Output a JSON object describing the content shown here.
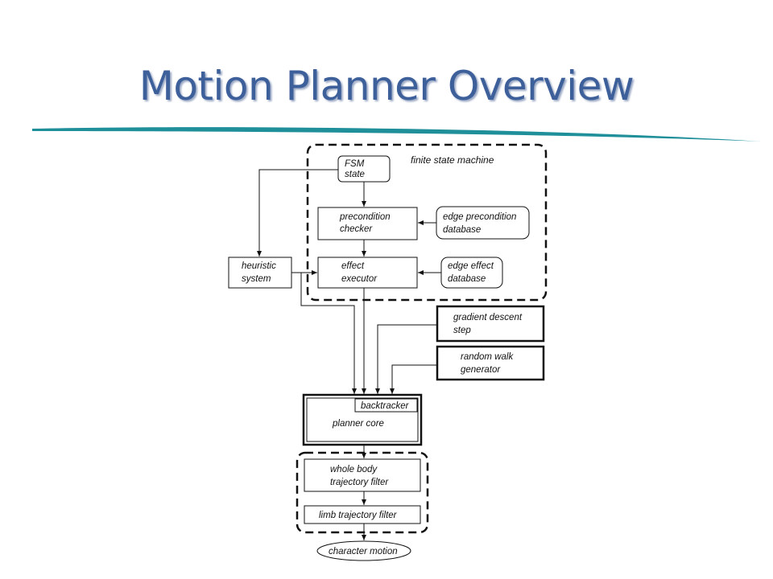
{
  "slide": {
    "title": "Motion Planner Overview",
    "accent_color": "#1f8f9a",
    "title_color": "#3d5f9a"
  },
  "diagram": {
    "fsm_group_label": "finite state machine",
    "fsm_state": [
      "FSM",
      "state"
    ],
    "precondition_checker": [
      "precondition",
      "checker"
    ],
    "edge_precondition_database": [
      "edge precondition",
      "database"
    ],
    "heuristic_system": [
      "heuristic",
      "system"
    ],
    "effect_executor": [
      "effect",
      "executor"
    ],
    "edge_effect_database": [
      "edge effect",
      "database"
    ],
    "gradient_descent_step": [
      "gradient descent",
      "step"
    ],
    "random_walk_generator": [
      "random walk",
      "generator"
    ],
    "backtracker": "backtracker",
    "planner_core": "planner core",
    "whole_body_trajectory_filter": [
      "whole body",
      "trajectory filter"
    ],
    "limb_trajectory_filter": "limb trajectory filter",
    "character_motion": "character motion"
  }
}
